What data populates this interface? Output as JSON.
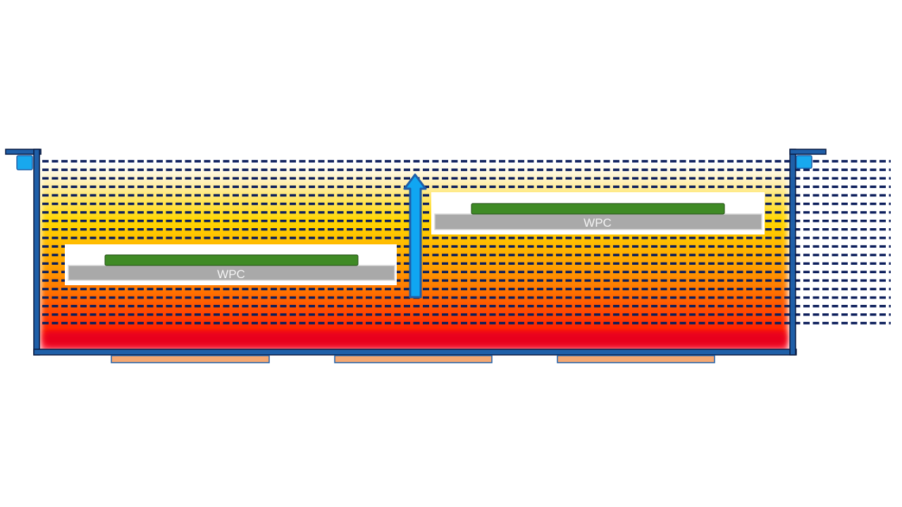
{
  "diagram": {
    "boards": [
      {
        "label": "WPC"
      },
      {
        "label": "WPC"
      }
    ],
    "colors": {
      "tank": "#1f5fa8",
      "tank_outline": "#0a1a40",
      "dash": "#0d1f5c",
      "accent_square": "#18a8ee",
      "arrow": "#10a6f2",
      "heater": "#f5a872",
      "board_green": "#3f8a25",
      "board_gray": "#a9a9a9"
    },
    "liquid_level_lines": 20,
    "heater_count": 3
  }
}
